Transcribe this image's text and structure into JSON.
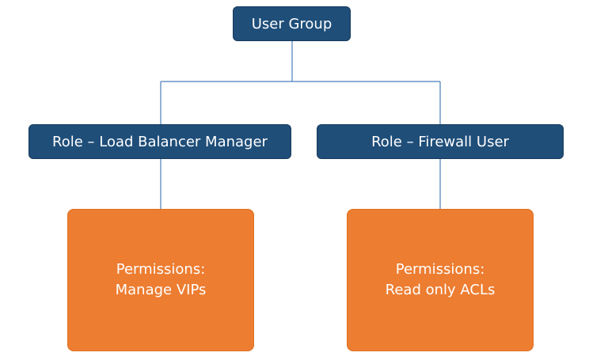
{
  "diagram": {
    "root": {
      "label": "User Group"
    },
    "roles": [
      {
        "label": "Role – Load Balancer Manager",
        "permission": {
          "heading": "Permissions:",
          "detail": "Manage VIPs"
        }
      },
      {
        "label": "Role – Firewall User",
        "permission": {
          "heading": "Permissions:",
          "detail": "Read only ACLs"
        }
      }
    ],
    "colors": {
      "role_fill": "#1f4e79",
      "permission_fill": "#ed7d31",
      "connector": "#4a7ebb",
      "text": "#ffffff"
    }
  }
}
